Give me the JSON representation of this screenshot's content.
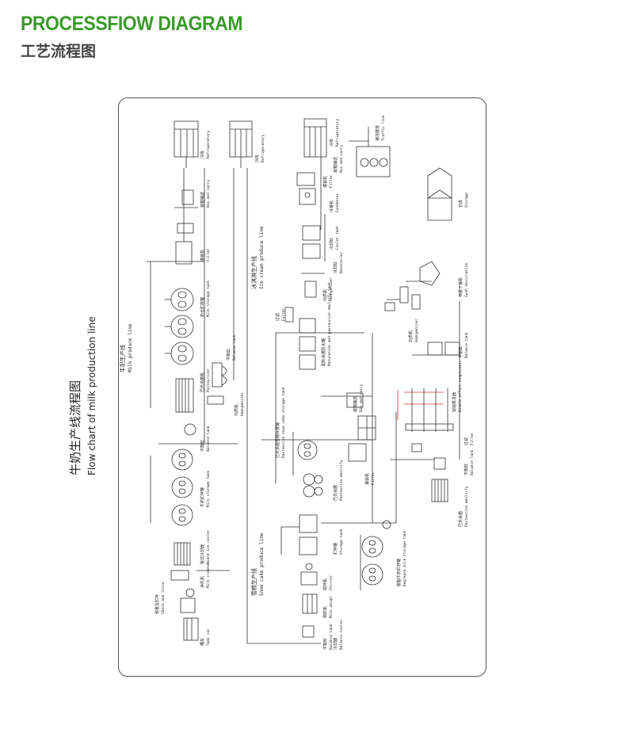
{
  "header": {
    "title_en": "PROCESSFIOW DIAGRAM",
    "title_cn": "工艺流程图"
  },
  "chart": {
    "title_cn": "牛奶生产线流程图",
    "title_en": "Flow chart of milk production line"
  },
  "lines": {
    "milk": {
      "cn": "牛奶生产线",
      "en": "Milk produce line"
    },
    "icecream": {
      "cn": "冰淇淋生产线",
      "en": "Ice cream produce line"
    },
    "snowcake": {
      "cn": "雪糕生产线",
      "en": "Snow cake produce line"
    }
  },
  "labels": {
    "refrigeratory1": {
      "cn": "冷库",
      "en": "Refrigeratory"
    },
    "refrigeratory2": {
      "cn": "冷库",
      "en": "Refrigeratory"
    },
    "refrigeratory3": {
      "cn": "冷库",
      "en": "Refrigeratory"
    },
    "boxcarry1": {
      "cn": "装箱输送",
      "en": "Box and carry"
    },
    "filler1": {
      "cn": "灌装机",
      "en": "Filler"
    },
    "milkstorage": {
      "cn": "奶仓贮存罐",
      "en": "Milk storage tank"
    },
    "pasteurizer": {
      "cn": "巴氏杀菌机",
      "en": "Pasteurizer"
    },
    "buffer": {
      "cn": "平衡缸",
      "en": "Balance tank"
    },
    "homogenizer1": {
      "cn": "均质机",
      "en": "Homogenizer"
    },
    "balancetank1": {
      "cn": "平衡缸",
      "en": "Balance tank"
    },
    "rawmilk": {
      "cn": "牛奶贮存罐",
      "en": "Milk storage tank"
    },
    "platecooler": {
      "cn": "板式冷却器",
      "en": "Board ice cooler"
    },
    "milkcleaner": {
      "cn": "净乳机",
      "en": "Milk cleaner"
    },
    "weigh": {
      "cn": "称重及贮存",
      "en": "Check and store"
    },
    "tankcar": {
      "cn": "槽车",
      "en": "Tank car"
    },
    "boxcarry2": {
      "cn": "装箱输送",
      "en": "Box and carry"
    },
    "traffic": {
      "cn": "速冻隧道",
      "en": "Traffic line"
    },
    "icefiller": {
      "cn": "灌装机",
      "en": "Filler"
    },
    "condenser": {
      "cn": "冷凝机",
      "en": "Condenser"
    },
    "coolertank": {
      "cn": "冷却缸",
      "en": "Cooler tank"
    },
    "homogenizer2": {
      "cn": "均质机",
      "en": "Homogenizer"
    },
    "basecooler": {
      "cn": "冷却缸",
      "en": "Basecooler"
    },
    "filter1": {
      "cn": "过滤",
      "en": "Filter"
    },
    "mixtank": {
      "cn": "配料杀菌乳化罐",
      "en": "Maturation and pasteurize emulsify tank"
    },
    "snowstorage": {
      "cn": "巴氏杀菌雪糕存放罐",
      "en": "Pasteurize snow cake storage tank"
    },
    "pastemul": {
      "cn": "巴氏杀菌",
      "en": "Pasteurize emulsify"
    },
    "filler2": {
      "cn": "灌装机",
      "en": "Filler"
    },
    "boxcarry3": {
      "cn": "装箱输送",
      "en": "Box and carry"
    },
    "storagetank": {
      "cn": "贮存罐",
      "en": "Storage tank"
    },
    "stirrer": {
      "cn": "搅拌机",
      "en": "Stirrer"
    },
    "milkweigh": {
      "cn": "称奶机",
      "en": "Milk weigh"
    },
    "balancetank2": {
      "cn": "平衡缸",
      "en": "Balance tank"
    },
    "storage": {
      "cn": "仓库",
      "en": "Storage"
    },
    "gushdesic": {
      "cn": "喷雾干燥机",
      "en": "Gush desiccation"
    },
    "balancetank3": {
      "cn": "平衡缸",
      "en": "Balance tank"
    },
    "evaporator": {
      "cn": "双效蒸发器",
      "en": "Double effect evaporator"
    },
    "filter2": {
      "cn": "过滤",
      "en": "Filter"
    },
    "balancetank4": {
      "cn": "平衡缸",
      "en": "Balance tank"
    },
    "pastemul2": {
      "cn": "巴氏杀菌",
      "en": "Pasteurize emulsify"
    },
    "degrease": {
      "cn": "脱脂牛奶贮存罐",
      "en": "Degrease milk storage tank"
    },
    "balancecool": {
      "cn": "冷却器",
      "en": "Balance cooler"
    },
    "homogenizer3": {
      "cn": "均质机",
      "en": "Homogenizer"
    }
  }
}
